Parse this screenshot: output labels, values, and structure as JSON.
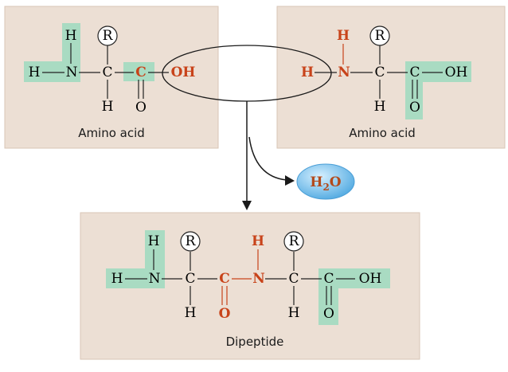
{
  "colors": {
    "panel": "#ecdfd4",
    "panel_border": "#d8c6b6",
    "highlight": "#a9dbc2",
    "reactive": "#c8431a",
    "bond": "#222222",
    "water_fill": "#6fb9e6",
    "water_text": "#b34a1c"
  },
  "amino_acid_1": {
    "caption": "Amino acid",
    "atoms": {
      "h_top": "H",
      "h_left": "H",
      "n": "N",
      "c_alpha": "C",
      "r": "R",
      "h_bottom": "H",
      "c_carbonyl": "C",
      "o": "O",
      "oh": "OH"
    }
  },
  "amino_acid_2": {
    "caption": "Amino acid",
    "atoms": {
      "h_top": "H",
      "h_left": "H",
      "n": "N",
      "c_alpha": "C",
      "r": "R",
      "h_bottom": "H",
      "c_carbonyl": "C",
      "o": "O",
      "oh": "OH"
    }
  },
  "water": {
    "h": "H",
    "sub": "2",
    "o": "O"
  },
  "dipeptide": {
    "caption": "Dipeptide",
    "atoms": {
      "h_top1": "H",
      "h_left": "H",
      "n1": "N",
      "c_alpha1": "C",
      "r1": "R",
      "h_bottom1": "H",
      "c_peptide": "C",
      "o_peptide": "O",
      "h_top2": "H",
      "n2": "N",
      "c_alpha2": "C",
      "r2": "R",
      "h_bottom2": "H",
      "c_carboxyl": "C",
      "o_carboxyl": "O",
      "oh": "OH"
    }
  }
}
